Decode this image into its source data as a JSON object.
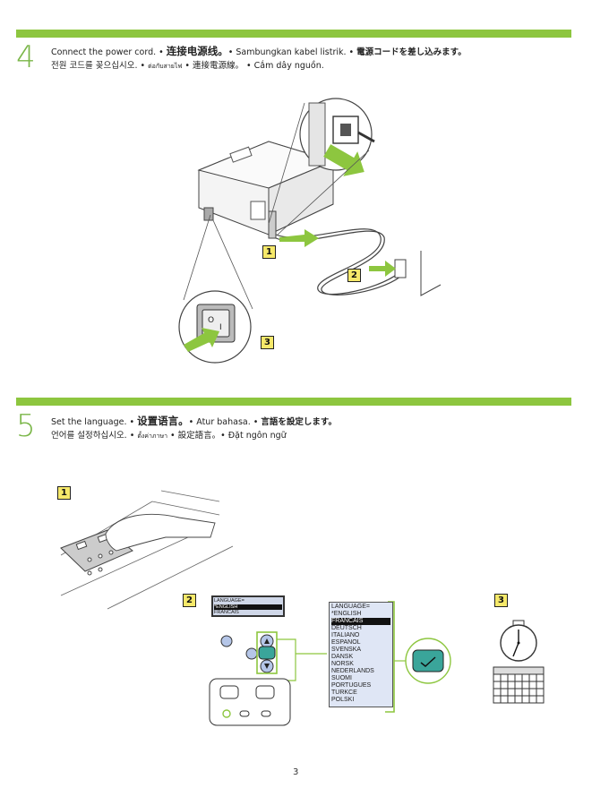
{
  "step4": {
    "number": "4",
    "line1_a": "Connect the power cord.  •  ",
    "line1_b": "连接电源线。",
    "line1_c": "•  Sambungkan kabel listrik.  •  ",
    "line1_d": "電源コードを差し込みます。",
    "line2_a": "전원 코드를 꽂으십시오.  •  ",
    "line2_b": "ต่อกับสายไฟ",
    "line2_c": "  •  連接電源線。  •  Cắm dây nguồn.",
    "badges": [
      "1",
      "2",
      "3"
    ]
  },
  "step5": {
    "number": "5",
    "line1_a": "Set the language.  •  ",
    "line1_b": "设置语言。",
    "line1_c": "•  Atur bahasa.  •  ",
    "line1_d": "言語を設定します。",
    "line2_a": "언어를 설정하십시오.  •  ",
    "line2_b": "ตั้งค่าภาษา",
    "line2_c": "  •  設定語言。•  Đặt ngôn ngữ",
    "badges": [
      "1",
      "2",
      "3"
    ]
  },
  "lcd": {
    "lines": [
      "LANGUAGE=",
      "*ENGLISH",
      "FRANCAIS"
    ]
  },
  "language_list": {
    "items": [
      "LANGUAGE=",
      "*ENGLISH",
      "FRANCAIS",
      "DEUTSCH",
      "ITALIANO",
      "ESPANOL",
      "SVENSKA",
      "DANSK",
      "NORSK",
      "NEDERLANDS",
      "SUOMI",
      "PORTUGUES",
      "TURKCE",
      "POLSKI"
    ],
    "selected_index": 2
  },
  "page_number": "3",
  "colors": {
    "accent_bar": "#8dc63f",
    "step_number": "#7ab648",
    "badge": "#f6e96a",
    "arrow": "#8dc63f"
  }
}
